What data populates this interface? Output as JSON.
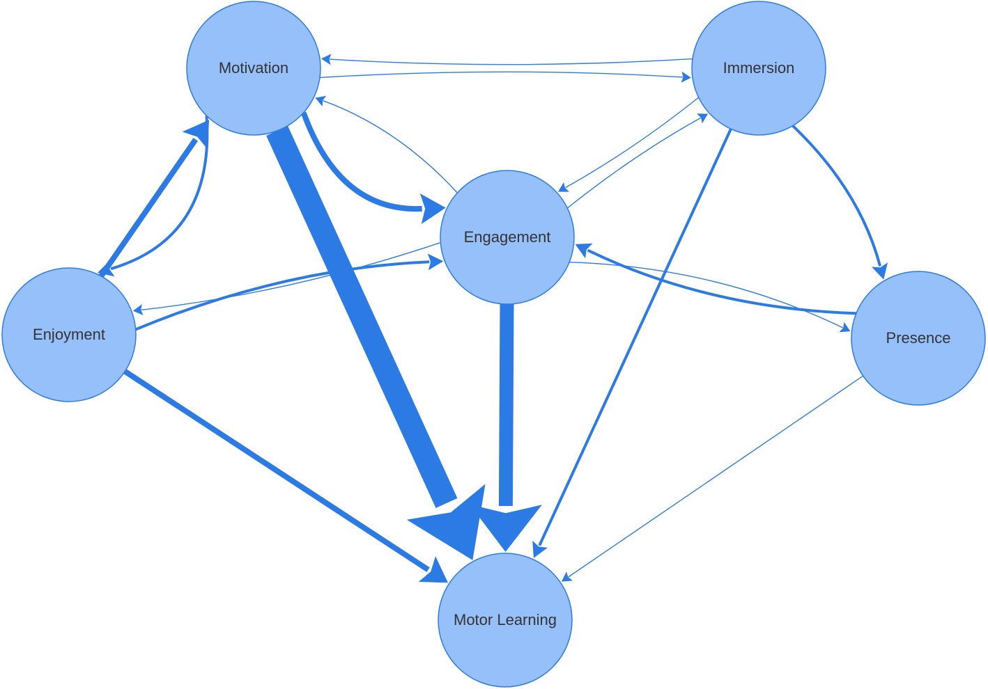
{
  "colors": {
    "edge": "#2c7be5",
    "node_fill": "#96c0fa",
    "node_stroke": "#2f7be6",
    "label": "#333333",
    "background": "#ffffff"
  },
  "nodes": [
    {
      "id": "motivation",
      "label": "Motivation"
    },
    {
      "id": "immersion",
      "label": "Immersion"
    },
    {
      "id": "engagement",
      "label": "Engagement"
    },
    {
      "id": "enjoyment",
      "label": "Enjoyment"
    },
    {
      "id": "presence",
      "label": "Presence"
    },
    {
      "id": "motor_learning",
      "label": "Motor Learning"
    }
  ],
  "edges": [
    {
      "from": "motivation",
      "to": "motor_learning",
      "strength": 5
    },
    {
      "from": "engagement",
      "to": "motor_learning",
      "strength": 4
    },
    {
      "from": "enjoyment",
      "to": "motor_learning",
      "strength": 3
    },
    {
      "from": "enjoyment",
      "to": "motivation",
      "strength": 3
    },
    {
      "from": "motivation",
      "to": "enjoyment",
      "strength": 2
    },
    {
      "from": "motivation",
      "to": "engagement",
      "strength": 3
    },
    {
      "from": "engagement",
      "to": "motivation",
      "strength": 1
    },
    {
      "from": "enjoyment",
      "to": "engagement",
      "strength": 2
    },
    {
      "from": "engagement",
      "to": "enjoyment",
      "strength": 1
    },
    {
      "from": "presence",
      "to": "engagement",
      "strength": 2
    },
    {
      "from": "engagement",
      "to": "presence",
      "strength": 1
    },
    {
      "from": "motivation",
      "to": "immersion",
      "strength": 1
    },
    {
      "from": "immersion",
      "to": "motivation",
      "strength": 1
    },
    {
      "from": "engagement",
      "to": "immersion",
      "strength": 1
    },
    {
      "from": "immersion",
      "to": "engagement",
      "strength": 1
    },
    {
      "from": "immersion",
      "to": "presence",
      "strength": 2
    },
    {
      "from": "immersion",
      "to": "motor_learning",
      "strength": 2
    },
    {
      "from": "presence",
      "to": "motor_learning",
      "strength": 1
    }
  ]
}
